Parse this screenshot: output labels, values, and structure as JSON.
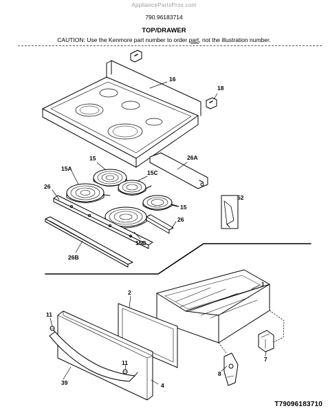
{
  "header": {
    "site": "AppliancePartsPros.com",
    "model": "790.96183714",
    "title": "TOP/DRAWER",
    "caution_prefix": "CAUTION: Use the Kenmore part number to order ",
    "caution_link": "part",
    "caution_suffix": ", not the illustration number."
  },
  "callouts": {
    "p16": "16",
    "p18": "18",
    "p15_top": "15",
    "p26A": "26A",
    "p15A": "15A",
    "p15C": "15C",
    "p26_left": "26",
    "p15_right": "15",
    "p52": "52",
    "p26_right": "26",
    "p15B": "15B",
    "p26B": "26B",
    "p1": "1",
    "p2": "2",
    "p11_top": "11",
    "p7": "7",
    "p8": "8",
    "p11_bottom": "11",
    "p39": "39",
    "p4": "4"
  },
  "footer": {
    "code": "T79096183710"
  }
}
